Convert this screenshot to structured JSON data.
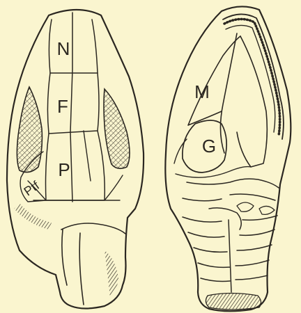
{
  "colors": {
    "paper": "#faf5cf",
    "ink": "#2b2721"
  },
  "labels": {
    "nasal": "N",
    "frontal": "F",
    "parietal": "P",
    "postfrontal": "Ptf",
    "maxilla": "M",
    "g_bone": "G"
  }
}
